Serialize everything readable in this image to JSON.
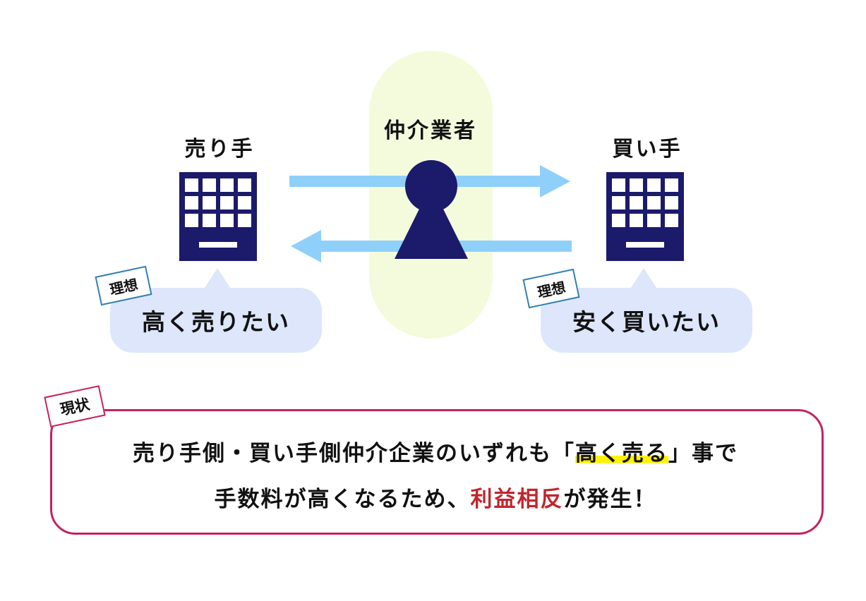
{
  "colors": {
    "navy": "#1b1a6b",
    "arrow": "#8fd0fb",
    "pill": "#f4fbdc",
    "bubble": "#dde6fb",
    "status_border": "#c4225f",
    "tag_border": "#2f7fb5",
    "highlight": "#fff200",
    "emphasis": "#c0262d"
  },
  "diagram": {
    "seller": {
      "label": "売り手",
      "tag": "理想",
      "wish": "高く売りたい",
      "icon": "office-building-icon"
    },
    "broker": {
      "label": "仲介業者",
      "icon": "person-icon"
    },
    "buyer": {
      "label": "買い手",
      "tag": "理想",
      "wish": "安く買いたい",
      "icon": "office-building-icon"
    },
    "arrows": [
      "right-arrow-icon",
      "left-arrow-icon"
    ]
  },
  "status": {
    "tag": "現状",
    "line1_before": "売り手側・買い手側仲介企業のいずれも「",
    "line1_highlight": "高く売る",
    "line1_after": "」事で",
    "line2_before": "手数料が高くなるため、",
    "line2_emphasis": "利益相反",
    "line2_after": "が発生！"
  }
}
